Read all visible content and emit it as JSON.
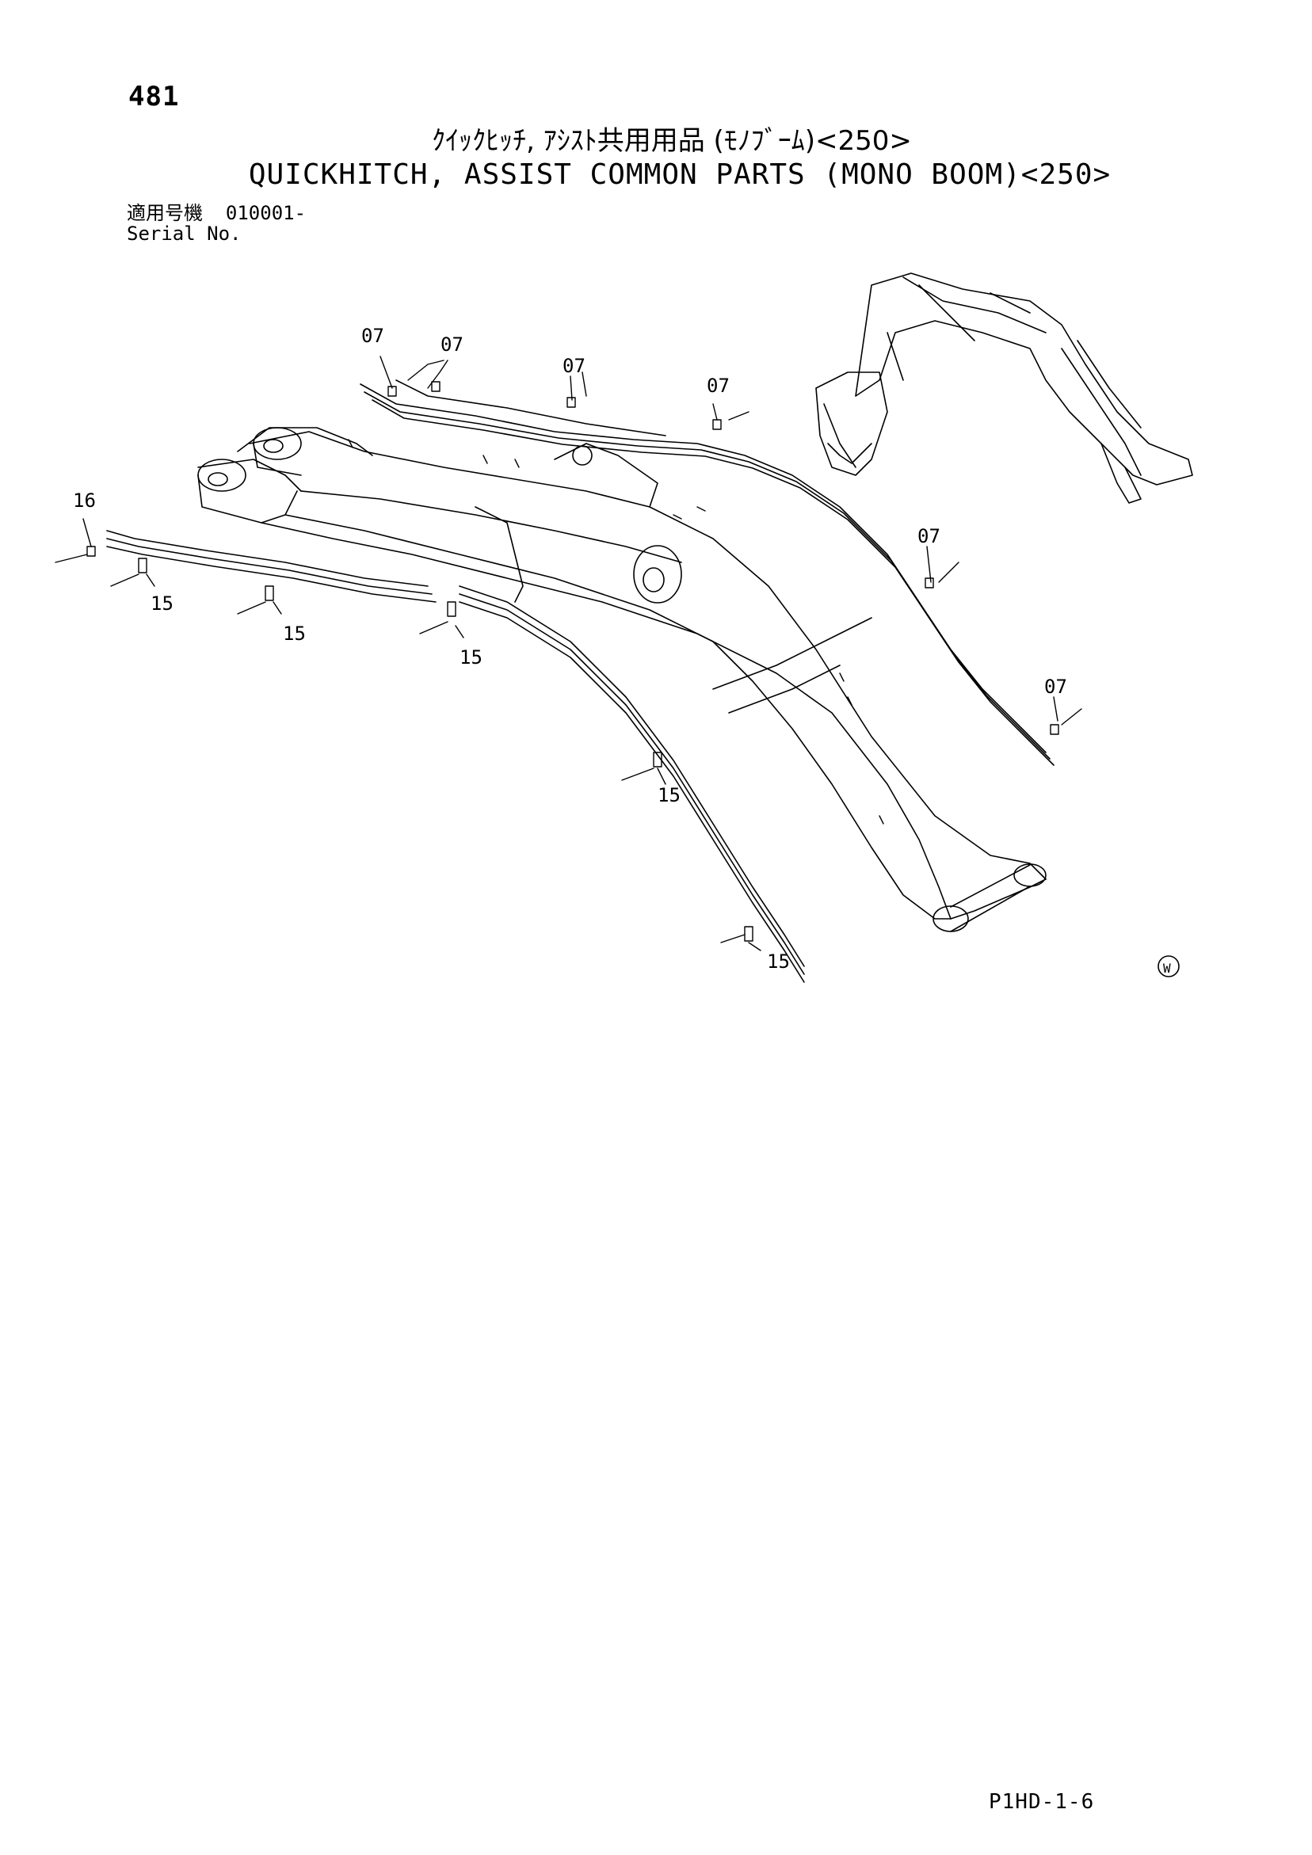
{
  "page": {
    "number": "481",
    "title_jp": "ｸｲｯｸﾋｯﾁ, ｱｼｽﾄ共用用品 (ﾓﾉﾌﾞｰﾑ)<250>",
    "title_en": "QUICKHITCH, ASSIST COMMON PARTS (MONO BOOM)<250>",
    "serial_label_jp": "適用号機",
    "serial_value": "010001-",
    "serial_label_en": "Serial No.",
    "page_code": "P1HD-1-6",
    "w_mark": "W"
  },
  "callouts": {
    "c1": "07",
    "c2": "07",
    "c3": "07",
    "c4": "07",
    "c5": "07",
    "c6": "07",
    "c7": "16",
    "c8": "15",
    "c9": "15",
    "c10": "15",
    "c11": "15",
    "c12": "15"
  }
}
